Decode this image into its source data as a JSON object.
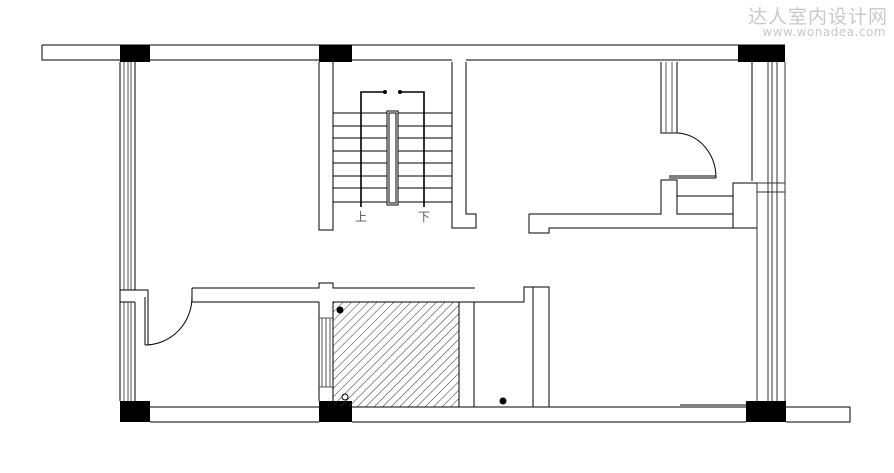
{
  "watermark": {
    "title": "达人室内设计网",
    "url": "www.wonadea.com"
  },
  "stairs": {
    "up_label": "上",
    "down_label": "下"
  },
  "colors": {
    "wall": "#000000",
    "column": "#000000",
    "hatch": "#333333",
    "watermark": "#c8c8c8"
  }
}
